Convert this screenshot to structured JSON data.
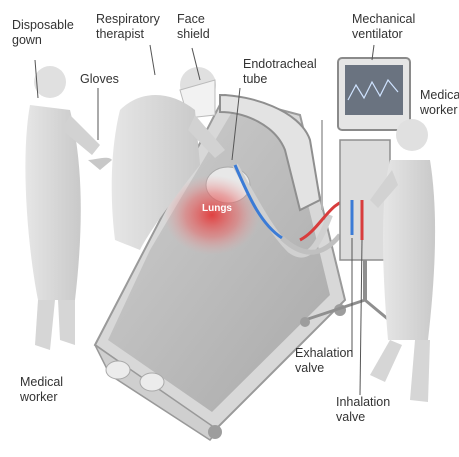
{
  "labels": {
    "disposable_gown": [
      "Disposable",
      "gown"
    ],
    "respiratory_therapist": [
      "Respiratory",
      "therapist"
    ],
    "face_shield": [
      "Face",
      "shield"
    ],
    "endotracheal_tube": [
      "Endotracheal",
      "tube"
    ],
    "mechanical_ventilator": [
      "Mechanical",
      "ventilator"
    ],
    "gloves": [
      "Gloves"
    ],
    "medical_worker_right": [
      "Medica",
      "worker"
    ],
    "lungs": "Lungs",
    "medical_worker_left": [
      "Medical",
      "worker"
    ],
    "exhalation_valve": [
      "Exhalation",
      "valve"
    ],
    "inhalation_valve": [
      "Inhalation",
      "valve"
    ]
  },
  "colors": {
    "figure_fill": "#dcdcdc",
    "figure_shade": "#c4c4c4",
    "bed_fill": "#bdbdbd",
    "lungs_glow": "#e23a3a",
    "tube_blue": "#3b7bd6",
    "tube_red": "#d83c3c",
    "label_text": "#333333",
    "leader_line": "#555555"
  }
}
